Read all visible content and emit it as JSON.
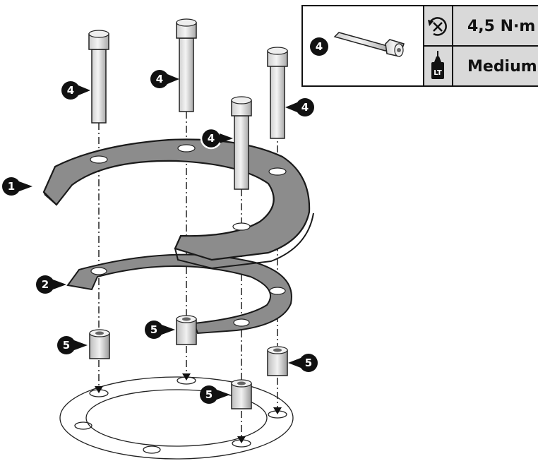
{
  "spec_box": {
    "part_callout": "4",
    "torque": "4,5 N·m",
    "threadlock": "Medium",
    "threadlock_icon_text": "LT",
    "torque_icon": "torque-wrench-icon",
    "threadlock_icon": "threadlock-bottle-icon"
  },
  "callouts": {
    "ring_plate": "1",
    "gasket": "2",
    "bolt": "4",
    "spacer": "5"
  },
  "colors": {
    "part_fill": "#8c8c8c",
    "part_stroke": "#1a1a1a",
    "callout_fill": "#111111",
    "header_fill": "#d9d9d9"
  }
}
